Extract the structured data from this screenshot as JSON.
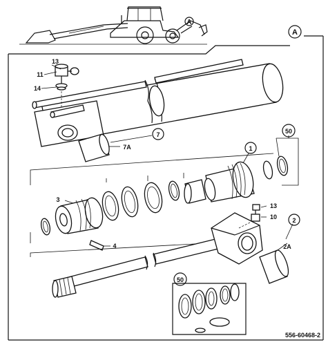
{
  "diagram": {
    "view_callout": "A",
    "machine_callout": "A",
    "drawing_number": "556-60468-2",
    "callouts": {
      "c1": "1",
      "c2": "2",
      "c2a": "2A",
      "c3": "3",
      "c4": "4",
      "c7": "7",
      "c7a": "7A",
      "c10": "10",
      "c11": "11",
      "c13_top": "13",
      "c13_right": "13",
      "c14": "14",
      "c50_top": "50",
      "c50_inset": "50"
    }
  }
}
